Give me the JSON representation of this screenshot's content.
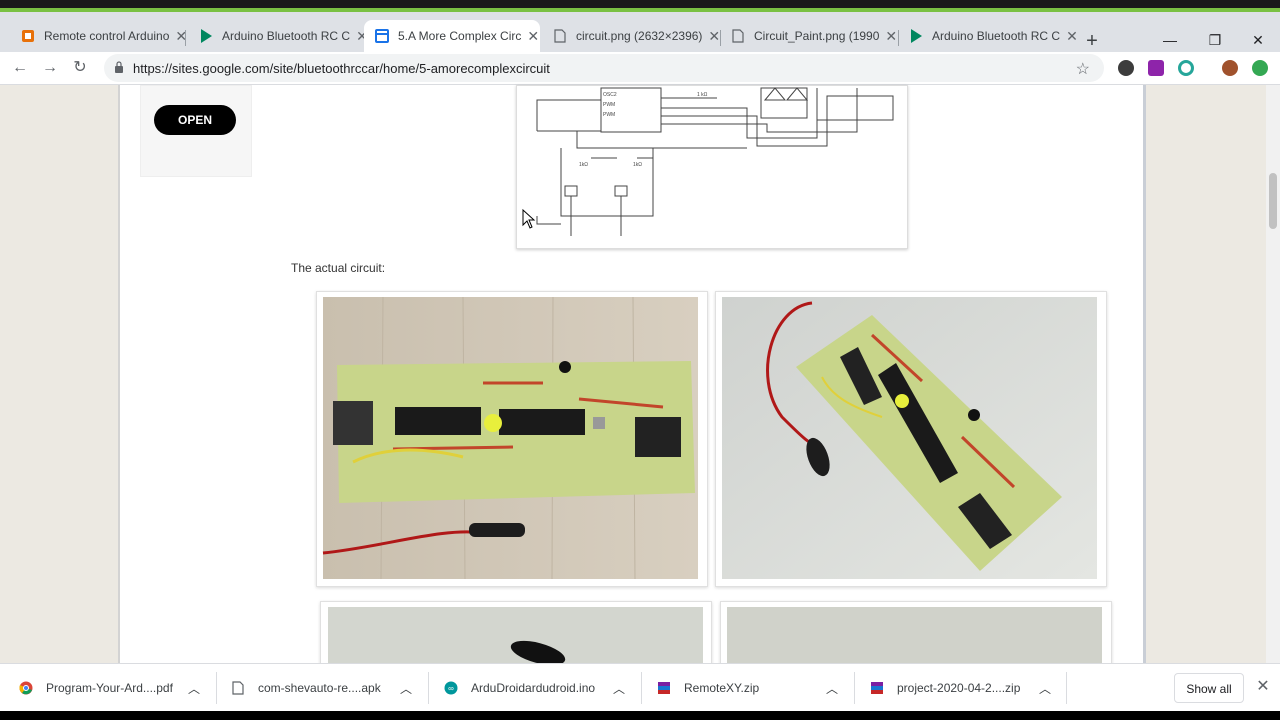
{
  "tabs": [
    {
      "title": "Remote control Arduino",
      "icon": "pdf-tab-icon",
      "active": false
    },
    {
      "title": "Arduino Bluetooth RC C",
      "icon": "play-store-icon",
      "active": false
    },
    {
      "title": "5.A More Complex Circ",
      "icon": "google-sites-icon",
      "active": true
    },
    {
      "title": "circuit.png (2632×2396)",
      "icon": "document-icon",
      "active": false
    },
    {
      "title": "Circuit_Paint.png (1990",
      "icon": "document-icon",
      "active": false
    },
    {
      "title": "Arduino Bluetooth RC C",
      "icon": "play-store-icon",
      "active": false
    }
  ],
  "toolbar": {
    "url": "https://sites.google.com/site/bluetoothrccar/home/5-amorecomplexcircuit"
  },
  "page": {
    "open_button": "OPEN",
    "actual_circuit_label": "The actual circuit:"
  },
  "downloads": [
    {
      "name": "Program-Your-Ard....pdf",
      "icon": "chrome-icon"
    },
    {
      "name": "com-shevauto-re....apk",
      "icon": "file-icon"
    },
    {
      "name": "ArduDroidardudroid.ino",
      "icon": "arduino-icon"
    },
    {
      "name": "RemoteXY.zip",
      "icon": "winrar-icon"
    },
    {
      "name": "project-2020-04-2....zip",
      "icon": "winrar-icon"
    }
  ],
  "show_all": "Show all",
  "colors": {
    "accent_bar": "#7ac143",
    "page_bg": "#ece9e2"
  }
}
